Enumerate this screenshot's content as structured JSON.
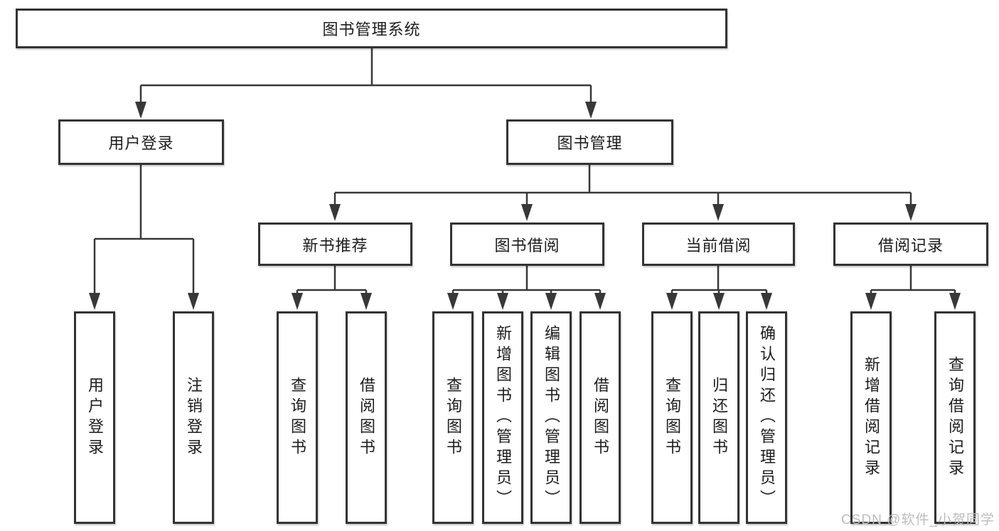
{
  "tree": {
    "root": {
      "label": "图书管理系统"
    },
    "user_login": {
      "label": "用户登录",
      "leaves": [
        "用户登录",
        "注销登录"
      ]
    },
    "book_management": {
      "label": "图书管理",
      "sections": [
        {
          "label": "新书推荐",
          "leaves": [
            "查询图书",
            "借阅图书"
          ]
        },
        {
          "label": "图书借阅",
          "leaves": [
            "查询图书",
            "新增图书（管理员）",
            "编辑图书（管理员）",
            "借阅图书"
          ]
        },
        {
          "label": "当前借阅",
          "leaves": [
            "查询图书",
            "归还图书",
            "确认归还（管理员）"
          ]
        },
        {
          "label": "借阅记录",
          "leaves": [
            "新增借阅记录",
            "查询借阅记录"
          ]
        }
      ]
    }
  },
  "watermark": "CSDN @软件_小贺同学",
  "colors": {
    "line": "#383838",
    "box_border": "#333333",
    "box_fill": "#ffffff",
    "text": "#1c1c1c",
    "watermark": "#bdbdbd",
    "background": "#ffffff"
  }
}
